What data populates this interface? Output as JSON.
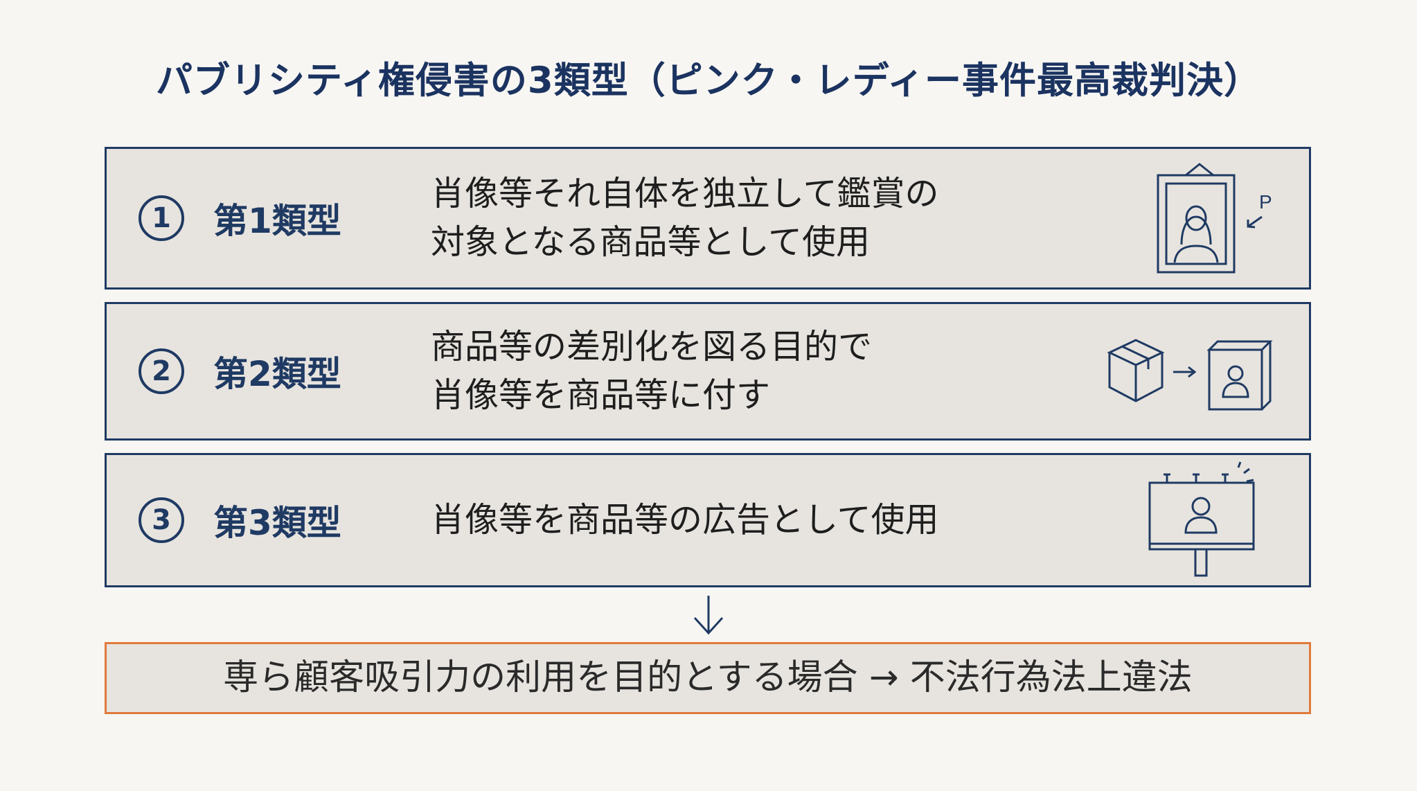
{
  "title": "パブリシティ権侵害の3類型（ピンク・レディー事件最高裁判決）",
  "types": [
    {
      "number": "1",
      "label": "第1類型",
      "lines": [
        "肖像等それ自体を独立して鑑賞の",
        "対象となる商品等として使用"
      ],
      "icon": "framed-portrait-icon",
      "icon_letter": "P"
    },
    {
      "number": "2",
      "label": "第2類型",
      "lines": [
        "商品等の差別化を図る目的で",
        "肖像等を商品等に付す"
      ],
      "icon": "box-to-labeled-box-icon"
    },
    {
      "number": "3",
      "label": "第3類型",
      "lines": [
        "肖像等を商品等の広告として使用"
      ],
      "icon": "billboard-icon"
    }
  ],
  "flow_arrow": "down-arrow-icon",
  "conclusion": "専ら顧客吸引力の利用を目的とする場合 → 不法行為法上違法",
  "colors": {
    "title": "#1b3360",
    "box_border": "#1f3a63",
    "box_fill": "#e7e4df",
    "conclusion_border": "#e07a3c",
    "background": "#f7f6f3"
  }
}
